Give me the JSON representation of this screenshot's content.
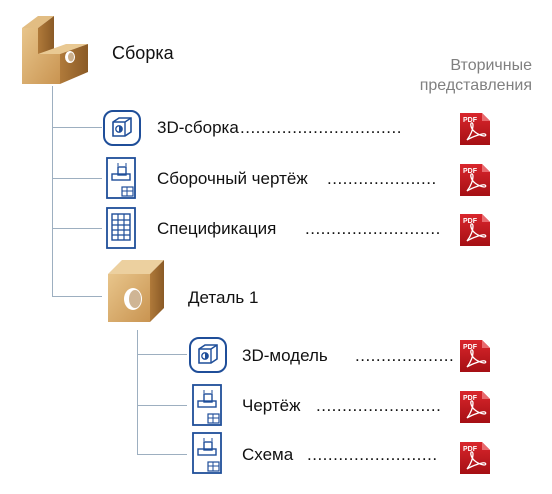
{
  "header": {
    "line1": "Вторичные",
    "line2": "представления"
  },
  "root": {
    "label": "Сборка",
    "icon": "assembly-block-icon"
  },
  "assembly_items": [
    {
      "label": "3D-сборка",
      "dots": "...............................",
      "icon": "3d-model-icon",
      "secondary": "pdf-icon"
    },
    {
      "label": "Сборочный чертёж",
      "dots": ".....................",
      "icon": "drawing-icon",
      "secondary": "pdf-icon"
    },
    {
      "label": "Спецификация",
      "dots": "..........................",
      "icon": "spec-table-icon",
      "secondary": "pdf-icon"
    }
  ],
  "part": {
    "label": "Деталь 1",
    "icon": "part-block-icon"
  },
  "part_items": [
    {
      "label": "3D-модель",
      "dots": "...................",
      "icon": "3d-model-icon",
      "secondary": "pdf-icon"
    },
    {
      "label": "Чертёж",
      "dots": "........................",
      "icon": "drawing-icon",
      "secondary": "pdf-icon"
    },
    {
      "label": "Схема",
      "dots": ".........................",
      "icon": "drawing-icon",
      "secondary": "pdf-icon"
    }
  ],
  "colors": {
    "tree_line": "#9dafc0",
    "icon_blue": "#1f4e99",
    "pdf_red": "#c0161c",
    "block_wood": "#d8aa6a"
  }
}
